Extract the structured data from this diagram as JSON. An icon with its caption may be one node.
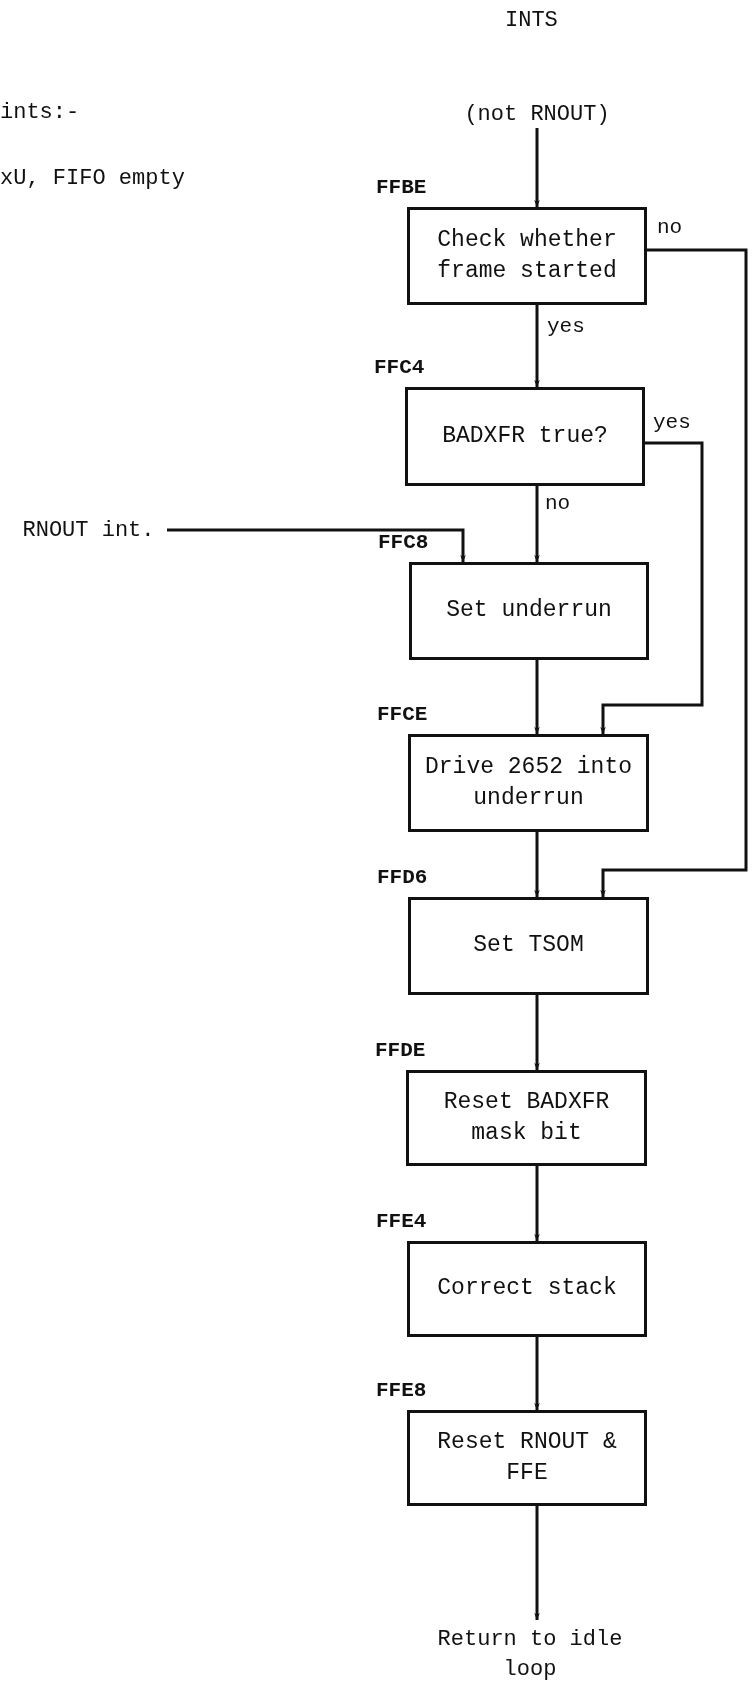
{
  "diagram": {
    "title": "INTS",
    "nodes": [
      {
        "text": [
          "(not RNOUT)"
        ]
      },
      {
        "text": [
          "FFBE",
          "Check whether frame started"
        ]
      },
      {
        "text": [
          "FFC4",
          "BADXFR true?"
        ]
      },
      {
        "text": [
          "RNOUT int."
        ]
      },
      {
        "text": [
          "FFC8",
          "Set underrun"
        ]
      },
      {
        "text": [
          "FFCE",
          "Drive 2652 into underrun"
        ]
      },
      {
        "text": [
          "FFD6",
          "Set TSOM"
        ]
      },
      {
        "text": [
          "FFDE",
          "Reset BADXFR mask bit"
        ]
      },
      {
        "text": [
          "FFE4",
          "Correct stack"
        ]
      },
      {
        "text": [
          "FFE8",
          "Reset RNOUT & FFE"
        ]
      },
      {
        "text": [
          "Return to idle loop"
        ]
      }
    ],
    "edges": [
      {
        "from": 0,
        "to": 1,
        "arrow": "to"
      },
      {
        "from": 1,
        "to": 2,
        "arrow": "to",
        "label": "yes"
      },
      {
        "from": 1,
        "to": 6,
        "arrow": "to",
        "label": "no"
      },
      {
        "from": 2,
        "to": 4,
        "arrow": "to",
        "label": "no"
      },
      {
        "from": 2,
        "to": 5,
        "arrow": "to",
        "label": "yes"
      },
      {
        "from": 3,
        "to": 4,
        "arrow": "to"
      },
      {
        "from": 4,
        "to": 5,
        "arrow": "to"
      },
      {
        "from": 5,
        "to": 6,
        "arrow": "to"
      },
      {
        "from": 6,
        "to": 7,
        "arrow": "to"
      },
      {
        "from": 7,
        "to": 8,
        "arrow": "to"
      },
      {
        "from": 8,
        "to": 9,
        "arrow": "to"
      },
      {
        "from": 9,
        "to": 10,
        "arrow": "to"
      }
    ],
    "labels": [
      "ints:-",
      "xU, FIFO empty"
    ]
  }
}
